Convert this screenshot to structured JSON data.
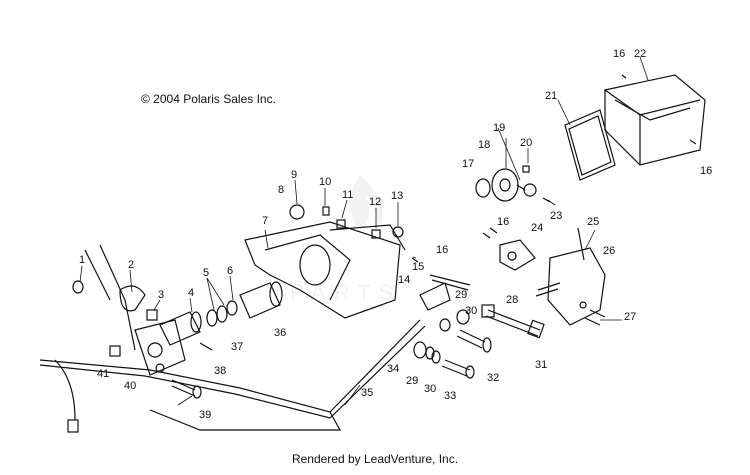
{
  "copyright": "© 2004 Polaris Sales Inc.",
  "footer": "Rendered by LeadVenture, Inc.",
  "watermark_text": "PARTS",
  "callouts": [
    "1",
    "2",
    "3",
    "4",
    "5",
    "6",
    "7",
    "8",
    "9",
    "10",
    "11",
    "12",
    "13",
    "14",
    "15",
    "16",
    "16",
    "16",
    "16",
    "17",
    "18",
    "19",
    "20",
    "21",
    "22",
    "23",
    "24",
    "25",
    "26",
    "27",
    "28",
    "29",
    "29",
    "30",
    "30",
    "31",
    "32",
    "33",
    "34",
    "35",
    "36",
    "37",
    "38",
    "39",
    "40",
    "41"
  ]
}
